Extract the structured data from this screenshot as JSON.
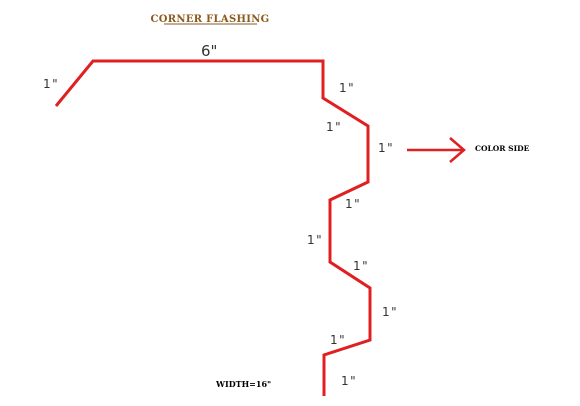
{
  "title": "CORNER FLASHING",
  "top_dimension": "6\"",
  "segment_dimension": "1\"",
  "color_side_label": "COLOR SIDE",
  "width_label": "WIDTH=16\"",
  "colors": {
    "profile_line": "#e02020",
    "arrow": "#e02020",
    "title": "#8a5a1e",
    "text": "#333333"
  },
  "icons": {
    "arrow": "right-arrow-icon"
  }
}
